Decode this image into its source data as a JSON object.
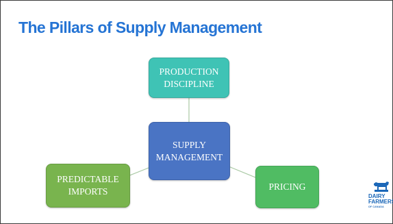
{
  "slide": {
    "title": "The Pillars of Supply Management"
  },
  "diagram": {
    "center": "SUPPLY\nMANAGEMENT",
    "top": "PRODUCTION\nDISCIPLINE",
    "left": "PREDICTABLE\nIMPORTS",
    "right": "PRICING"
  },
  "logo": {
    "line1": "DAIRY",
    "line2": "FARMERS",
    "line3": "OF CANADA",
    "icon": "cow-icon"
  },
  "colors": {
    "title": "#2574d4",
    "center": "#4a74c4",
    "top": "#3fc3b5",
    "left": "#79b44e",
    "right": "#50bc63",
    "logo": "#1b67b8"
  }
}
